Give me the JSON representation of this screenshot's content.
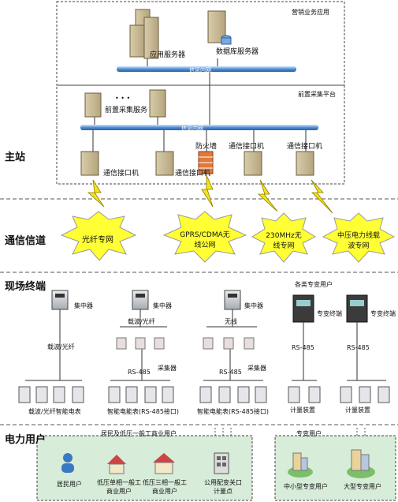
{
  "sections": {
    "master": "主站",
    "channel": "通信信道",
    "terminal": "现场终端",
    "users": "电力用户"
  },
  "master_station": {
    "marketing_app": "营销业务应用",
    "app_server": "应用服务器",
    "db_server": "数据库服务器",
    "info_net_1": "信息内网",
    "frontend_platform": "前置采集平台",
    "frontend_server": "前置采集服务",
    "info_net_2": "信息内网",
    "firewall": "防火墙",
    "comm_interface": "通信接口机",
    "dots": "• • •"
  },
  "channels": [
    {
      "label": "光纤专网"
    },
    {
      "label": "GPRS/CDMA无线公网"
    },
    {
      "label": "230MHz无线专网"
    },
    {
      "label": "中压电力线载波专网"
    }
  ],
  "terminals": {
    "concentrator": "集中器",
    "carrier_fiber_1": "载波/光纤",
    "carrier_fiber_2": "载波/光纤",
    "wireless": "无线",
    "rs485": "RS-485",
    "collector": "采集器",
    "smart_meter_cf": "载波/光纤智能电表",
    "smart_meter_rs": "智能电能表(RS-485接口)",
    "special_users": "各类专变用户",
    "special_terminal": "专变终端",
    "metering": "计量装置"
  },
  "users": {
    "residential_group": "居民及低压一般工商业用户",
    "special_group": "专变用户",
    "items": [
      {
        "label": "居民用户"
      },
      {
        "label": "低压单相一般工商业用户"
      },
      {
        "label": "低压三相一般工商业用户"
      },
      {
        "label": "公用配变关口计量点"
      },
      {
        "label": "中小型专变用户"
      },
      {
        "label": "大型专变用户"
      }
    ]
  }
}
